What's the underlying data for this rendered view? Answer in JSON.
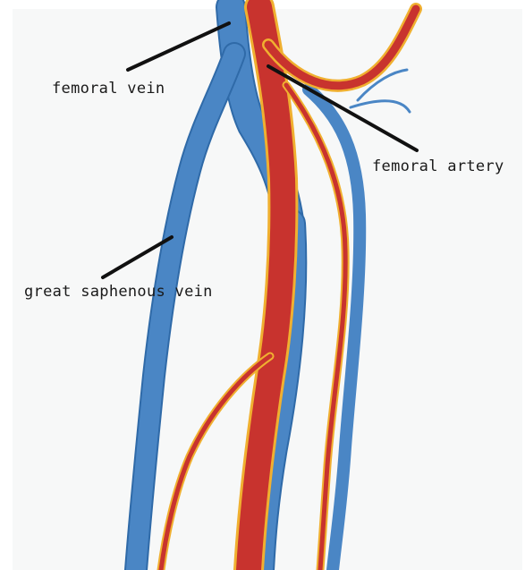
{
  "labels": {
    "femoral_vein": "femoral vein",
    "femoral_artery": "femoral artery",
    "great_saphenous_vein": "great saphenous vein"
  },
  "colors": {
    "background": "#f7f8f8",
    "vein": "#4a86c5",
    "vein_edge": "#2f6aa8",
    "artery": "#c8332e",
    "artery_edge": "#f0b030",
    "leader_line": "#111111",
    "text": "#1a1a1a"
  }
}
